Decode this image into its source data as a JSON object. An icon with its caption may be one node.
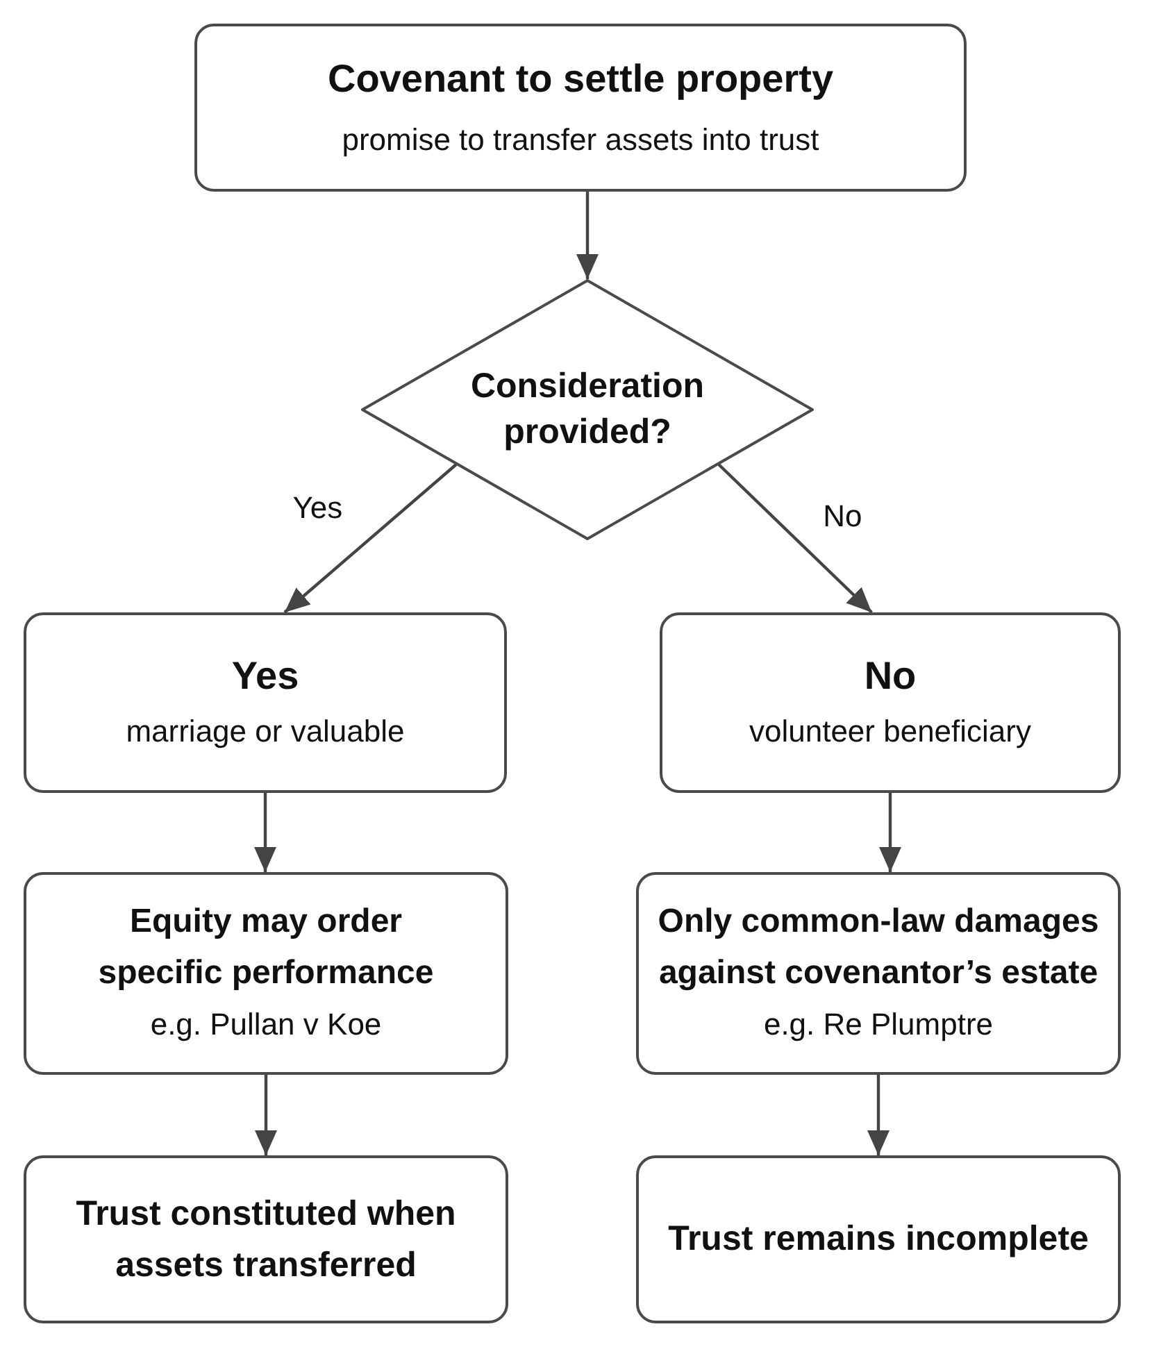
{
  "diagram": {
    "nodes": [
      {
        "text": [
          "Covenant to settle property",
          "promise to transfer assets into trust"
        ]
      },
      {
        "text": [
          "Consideration provided?"
        ]
      },
      {
        "text": [
          "Yes",
          "marriage or valuable"
        ]
      },
      {
        "text": [
          "No",
          "volunteer beneficiary"
        ]
      },
      {
        "text": [
          "Equity may order specific performance",
          "e.g. Pullan v Koe"
        ]
      },
      {
        "text": [
          "Only common-law damages against covenantor’s estate",
          "e.g. Re Plumptre"
        ]
      },
      {
        "text": [
          "Trust constituted when assets transferred"
        ]
      },
      {
        "text": [
          "Trust remains incomplete"
        ]
      }
    ],
    "edges": [
      {
        "from": 0,
        "to": 1,
        "arrow": "to"
      },
      {
        "from": 1,
        "to": 2,
        "arrow": "to",
        "label": "Yes"
      },
      {
        "from": 1,
        "to": 3,
        "arrow": "to",
        "label": "No"
      },
      {
        "from": 2,
        "to": 4,
        "arrow": "to"
      },
      {
        "from": 3,
        "to": 5,
        "arrow": "to"
      },
      {
        "from": 4,
        "to": 6,
        "arrow": "to"
      },
      {
        "from": 5,
        "to": 7,
        "arrow": "to"
      }
    ]
  }
}
